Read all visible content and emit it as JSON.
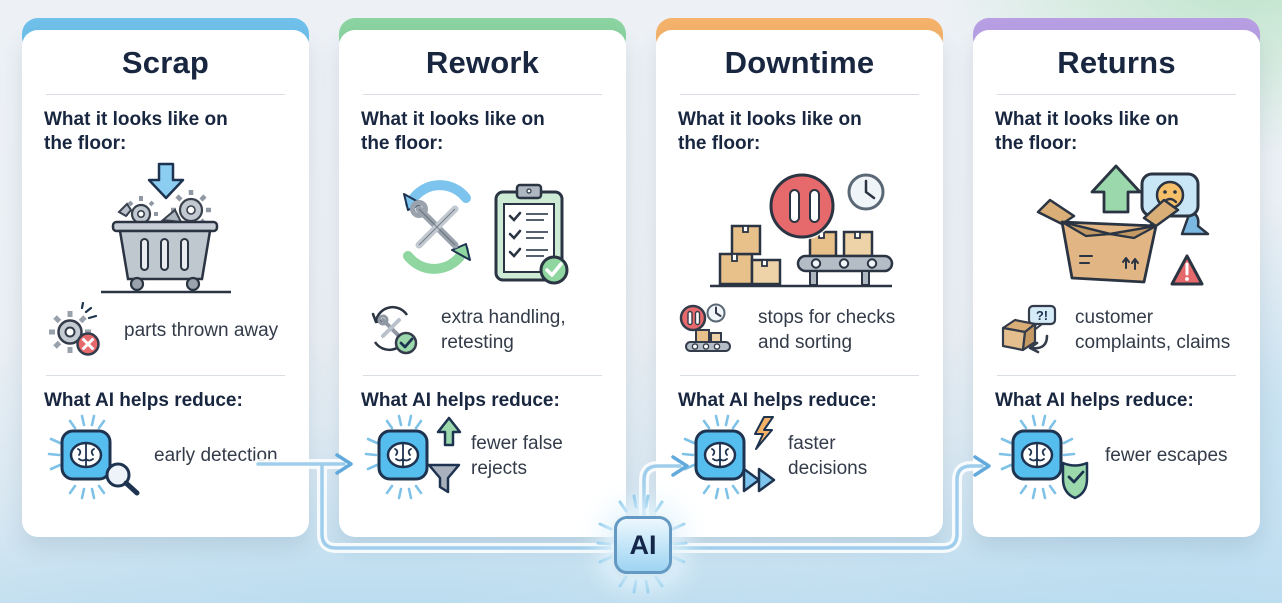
{
  "cards": [
    {
      "title": "Scrap",
      "accent": "#6FC0EA",
      "floor_heading": "What it looks like on the floor:",
      "floor_label": "parts thrown away",
      "ai_heading": "What AI helps reduce:",
      "ai_label": "early detection",
      "illustration": "scrap-bin-with-discarded-parts",
      "floor_icon": "broken-gear-rejected-icon",
      "ai_icon": "ai-chip-magnifier-icon"
    },
    {
      "title": "Rework",
      "accent": "#8BD3A0",
      "floor_heading": "What it looks like on the floor:",
      "floor_label": "extra handling, retesting",
      "ai_heading": "What AI helps reduce:",
      "ai_label": "fewer false rejects",
      "illustration": "rework-cycle-tools-checklist",
      "floor_icon": "rework-cycle-check-icon",
      "ai_icon": "ai-chip-filter-icon"
    },
    {
      "title": "Downtime",
      "accent": "#F4B26B",
      "floor_heading": "What it looks like on the floor:",
      "floor_label": "stops for checks and sorting",
      "ai_heading": "What AI helps reduce:",
      "ai_label": "faster decisions",
      "illustration": "paused-conveyor-with-boxes",
      "floor_icon": "pause-clock-conveyor-icon",
      "ai_icon": "ai-chip-fast-forward-icon"
    },
    {
      "title": "Returns",
      "accent": "#B89FE4",
      "floor_heading": "What it looks like on the floor:",
      "floor_label": "customer complaints, claims",
      "ai_heading": "What AI helps reduce:",
      "ai_label": "fewer escapes",
      "illustration": "returned-box-complaint-warning",
      "floor_icon": "return-box-question-icon",
      "ai_icon": "ai-chip-shield-icon"
    }
  ],
  "ai_node": {
    "label": "AI"
  },
  "colors": {
    "connector": "#9FCEEC",
    "arrowhead": "#63AADC",
    "title_text": "#18263F",
    "body_text": "#333B49",
    "card_background": "#FFFFFF",
    "node_border": "#6399C2",
    "chip_fill": "#56BEEF",
    "status_red": "#E6696C",
    "status_green": "#9BD8AB",
    "status_orange": "#F6B266"
  }
}
